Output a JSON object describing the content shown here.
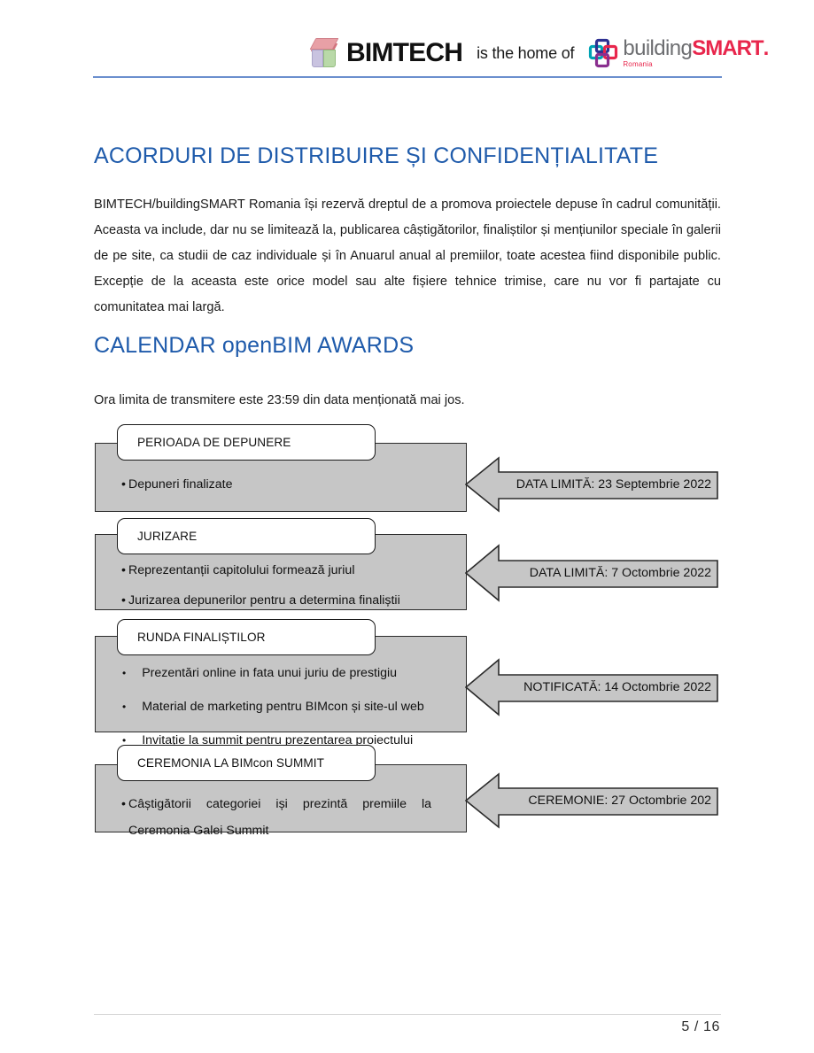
{
  "header": {
    "bimtech_name": "BIMTECH",
    "tagline": "is the home of",
    "bsmart_building": "building",
    "bsmart_smart": "SMART",
    "bsmart_dot": ".",
    "bsmart_region": "Romania",
    "rule_color": "#6b8fce"
  },
  "headings": {
    "acorduri": "ACORDURI DE DISTRIBUIRE ȘI CONFIDENȚIALITATE",
    "calendar": "CALENDAR openBIM AWARDS",
    "color": "#1f5bab"
  },
  "paragraphs": {
    "intro": "BIMTECH/buildingSMART Romania își rezervă dreptul de a promova proiectele depuse în cadrul comunității. Aceasta va include, dar nu se limitează la, publicarea câștigătorilor, finaliștilor și mențiunilor speciale în galerii de pe site, ca studii de caz individuale și în Anuarul anual al premiilor, toate acestea fiind disponibile public. Excepție de la aceasta este orice model sau alte fișiere tehnice trimise, care nu vor fi partajate cu comunitatea mai largă.",
    "ora_limita": "Ora limita de transmitere este 23:59 din data menționată mai jos."
  },
  "timeline": {
    "bullet_glyph": "•",
    "body_fill": "#c6c6c6",
    "body_border": "#2b2b2b",
    "stages": [
      {
        "label": "PERIOADA DE DEPUNERE",
        "items": [
          "Depuneri finalizate"
        ],
        "callout": "DATA LIMITĂ: 23 Septembrie 2022"
      },
      {
        "label": "JURIZARE",
        "items": [
          "Reprezentanții capitolului formează juriul",
          "Jurizarea depunerilor pentru a determina finaliștii"
        ],
        "callout": "DATA LIMITĂ: 7 Octombrie 2022"
      },
      {
        "label": "RUNDA FINALIȘTILOR",
        "items": [
          "Prezentări online in fata unui juriu de prestigiu",
          "Material de marketing pentru BIMcon și site-ul web",
          "Invitație la summit pentru prezentarea proiectului"
        ],
        "callout": "NOTIFICATĂ: 14 Octombrie 2022"
      },
      {
        "label": "CEREMONIA LA BIMcon SUMMIT",
        "items": [
          "Câștigătorii categoriei iși prezintă premiile la Ceremonia Galei Summit"
        ],
        "callout": "CEREMONIE: 27 Octombrie 202"
      }
    ]
  },
  "footer": {
    "page_number": "5 / 16"
  }
}
